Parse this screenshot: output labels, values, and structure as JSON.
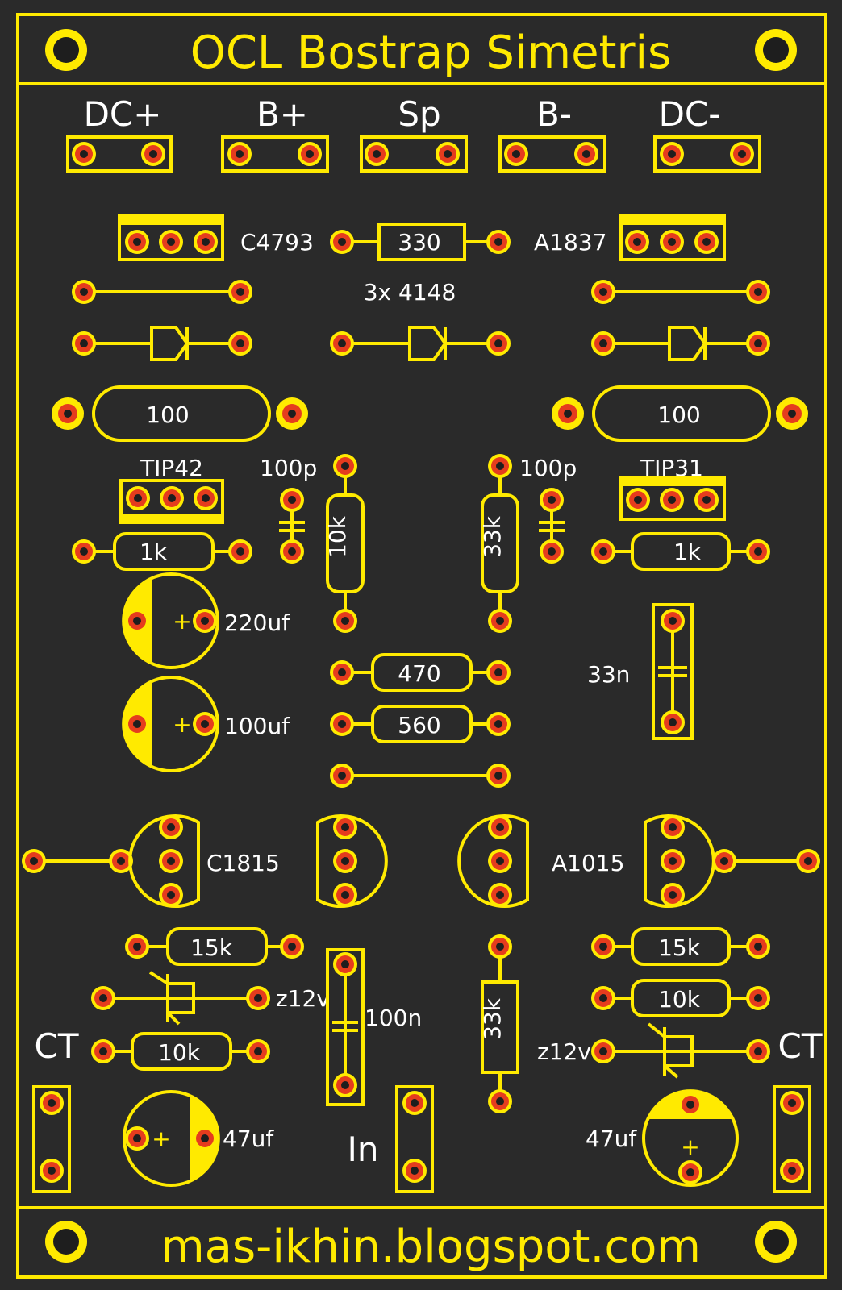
{
  "title": "OCL Bostrap Simetris",
  "footer": "mas-ikhin.blogspot.com",
  "colors": {
    "background": "#2a2a2a",
    "silkscreen": "#ffea00",
    "pad": "#e53c1e",
    "hole": "#1e1e1e",
    "text": "#ffffff"
  },
  "connectors": {
    "dc_plus": "DC+",
    "b_plus": "B+",
    "sp": "Sp",
    "b_minus": "B-",
    "dc_minus": "DC-",
    "ct_left": "CT",
    "ct_right": "CT",
    "in": "In"
  },
  "labels": {
    "c4793": "C4793",
    "r330": "330",
    "a1837": "A1837",
    "diodes": "3x 4148",
    "r100_left": "100",
    "r100_right": "100",
    "tip42": "TIP42",
    "tip31": "TIP31",
    "cap100p_left": "100p",
    "cap100p_right": "100p",
    "r10k_v": "10k",
    "r33k_v_top": "33k",
    "r1k_left": "1k",
    "r1k_right": "1k",
    "c220uf": "220uf",
    "c100uf": "100uf",
    "c33n": "33n",
    "r470": "470",
    "r560": "560",
    "c1815": "C1815",
    "a1015": "A1015",
    "r15k_left": "15k",
    "r15k_right": "15k",
    "z12v_left": "z12v",
    "z12v_right": "z12v",
    "c100n": "100n",
    "r33k_v_bottom": "33k",
    "r10k_left": "10k",
    "r10k_right": "10k",
    "c47uf_left": "47uf",
    "c47uf_right": "47uf",
    "plus": "+"
  }
}
